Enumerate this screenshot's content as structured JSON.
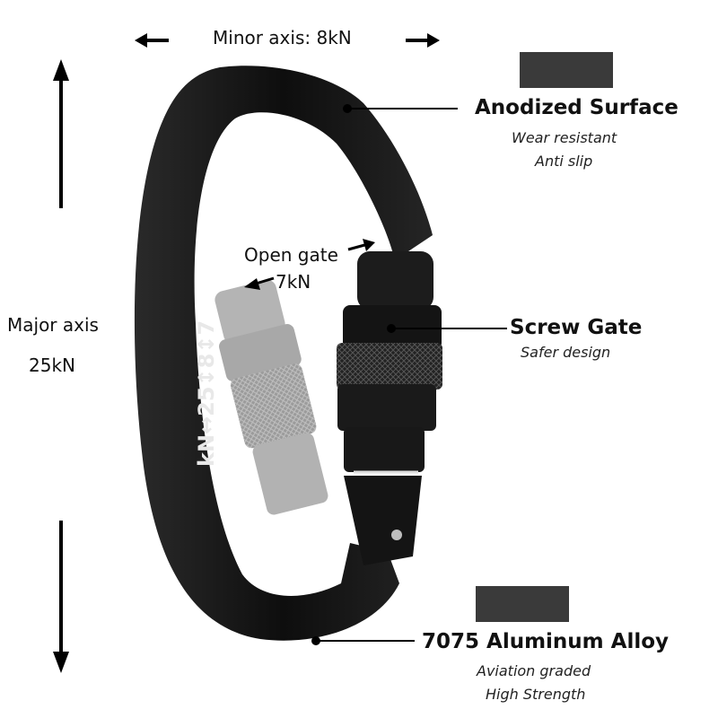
{
  "minor_axis": {
    "label": "Minor axis: 8kN"
  },
  "major_axis": {
    "line1": "Major axis",
    "line2": "25kN"
  },
  "open_gate": {
    "line1": "Open gate",
    "line2": "7kN"
  },
  "spine_marking": "kN↔25↕8↕7",
  "features": {
    "anodized": {
      "title": "Anodized Surface",
      "sub1": "Wear resistant",
      "sub2": "Anti slip"
    },
    "screw_gate": {
      "title": "Screw Gate",
      "sub1": "Safer design"
    },
    "alloy": {
      "title": "7075 Aluminum Alloy",
      "sub1": "Aviation graded",
      "sub2": "High Strength"
    }
  },
  "colors": {
    "swatch": "#3a3a3a",
    "body": "#151515",
    "ghost": "#9a9a9a"
  }
}
